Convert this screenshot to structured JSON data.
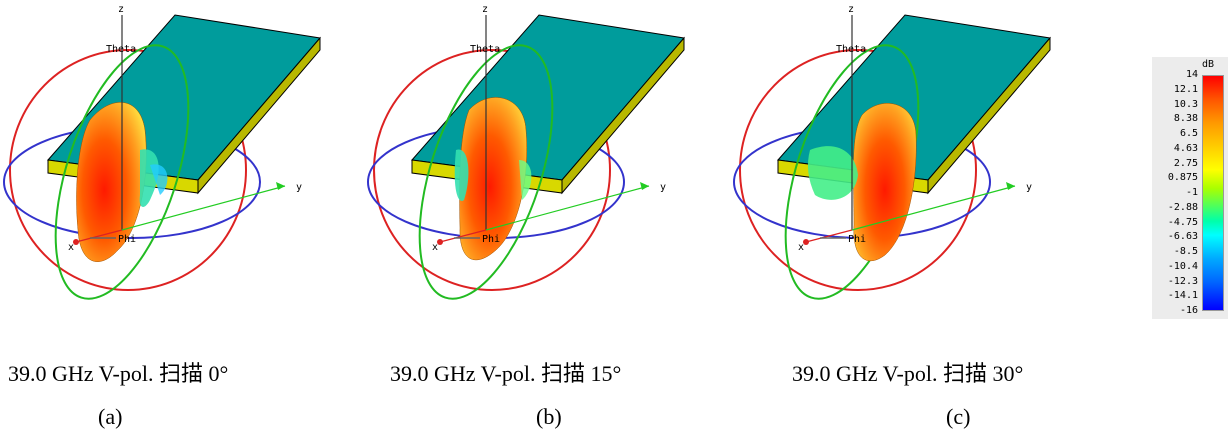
{
  "panels": [
    {
      "caption": "39.0 GHz V-pol.  扫描 0°",
      "label": "(a)",
      "scan_deg": 0
    },
    {
      "caption": "39.0 GHz V-pol.  扫描 15°",
      "label": "(b)",
      "scan_deg": 15
    },
    {
      "caption": "39.0 GHz V-pol.  扫描 30°",
      "label": "(c)",
      "scan_deg": 30
    }
  ],
  "axes": {
    "z": "z",
    "y": "y",
    "x": "x",
    "theta": "Theta",
    "phi": "Phi"
  },
  "legend": {
    "unit": "dB",
    "ticks": [
      "14",
      "12.1",
      "10.3",
      "8.38",
      "6.5",
      "4.63",
      "2.75",
      "0.875",
      "-1",
      "-2.88",
      "-4.75",
      "-6.63",
      "-8.5",
      "-10.4",
      "-12.3",
      "-14.1",
      "-16"
    ]
  },
  "colors": {
    "board": "#009c9c",
    "board_edge": "#d8d800",
    "ring_red": "#dd2222",
    "ring_green": "#22bb22",
    "ring_blue": "#3333cc"
  }
}
